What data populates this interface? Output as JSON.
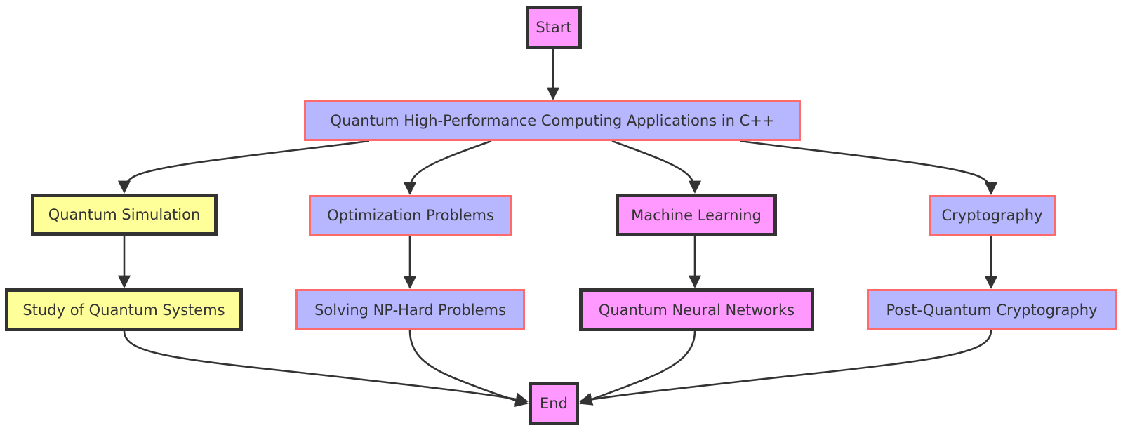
{
  "nodes": {
    "start": "Start",
    "main": "Quantum High-Performance Computing Applications in C++",
    "sim": "Quantum Simulation",
    "opt": "Optimization Problems",
    "ml": "Machine Learning",
    "crypto": "Cryptography",
    "study": "Study of Quantum Systems",
    "np": "Solving NP-Hard Problems",
    "qnn": "Quantum Neural Networks",
    "pqc": "Post-Quantum Cryptography",
    "end": "End"
  },
  "colors": {
    "pink_fill": "#ff99ff",
    "lavender_fill": "#b7b7ff",
    "yellow_fill": "#ffff99",
    "dark_stroke": "#333333",
    "red_stroke": "#ff6b6b"
  },
  "edges": [
    [
      "start",
      "main"
    ],
    [
      "main",
      "sim"
    ],
    [
      "main",
      "opt"
    ],
    [
      "main",
      "ml"
    ],
    [
      "main",
      "crypto"
    ],
    [
      "sim",
      "study"
    ],
    [
      "opt",
      "np"
    ],
    [
      "ml",
      "qnn"
    ],
    [
      "crypto",
      "pqc"
    ],
    [
      "study",
      "end"
    ],
    [
      "np",
      "end"
    ],
    [
      "qnn",
      "end"
    ],
    [
      "pqc",
      "end"
    ]
  ]
}
